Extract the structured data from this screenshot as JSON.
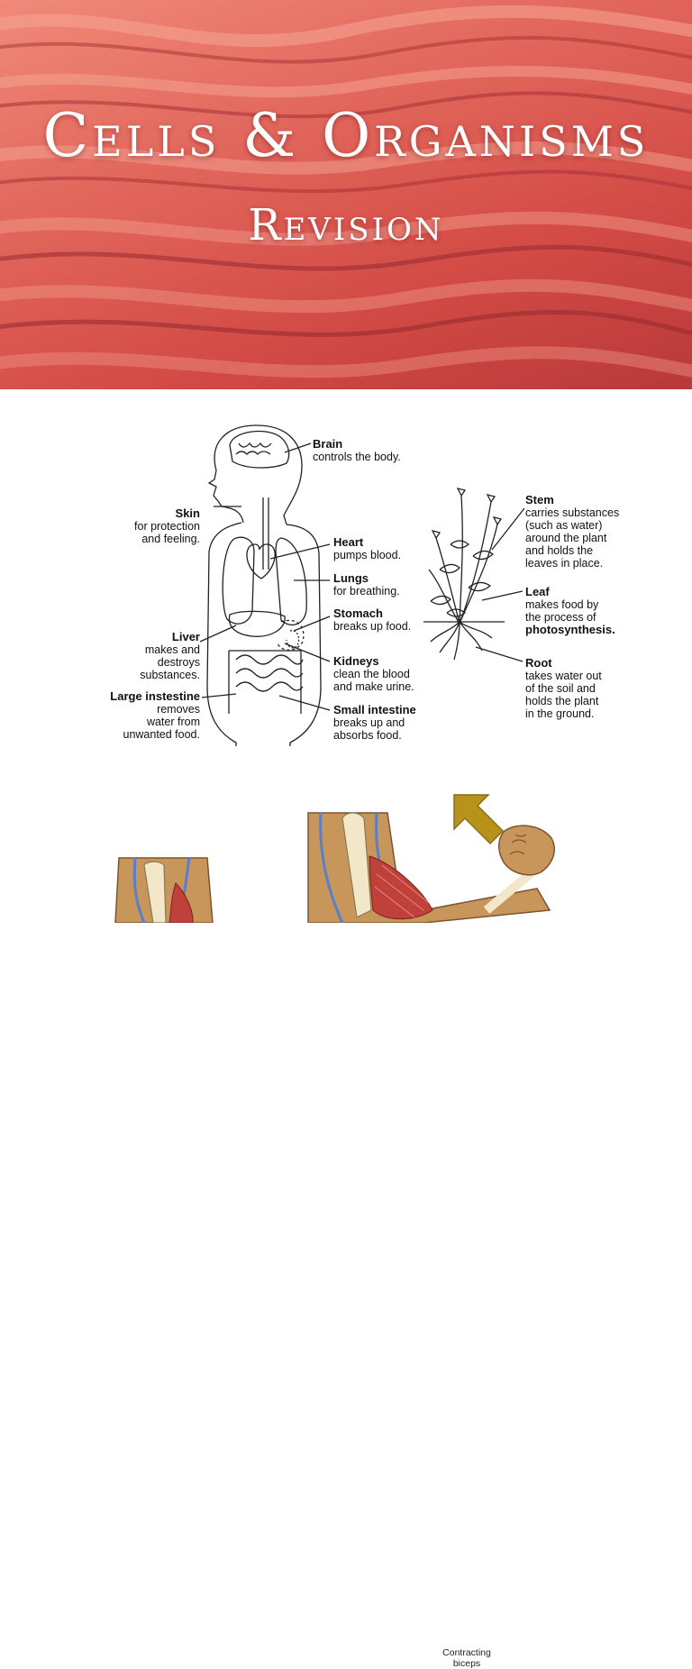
{
  "hero": {
    "title": "Cells & Organisms",
    "subtitle": "Revision"
  },
  "body_labels": [
    {
      "name": "Brain",
      "desc": [
        "controls the body."
      ]
    },
    {
      "name": "Skin",
      "desc": [
        "for protection",
        "and feeling."
      ]
    },
    {
      "name": "Heart",
      "desc": [
        "pumps blood."
      ]
    },
    {
      "name": "Lungs",
      "desc": [
        "for breathing."
      ]
    },
    {
      "name": "Stomach",
      "desc": [
        "breaks up food."
      ]
    },
    {
      "name": "Liver",
      "desc": [
        "makes and",
        "destroys",
        "substances."
      ]
    },
    {
      "name": "Kidneys",
      "desc": [
        "clean the blood",
        "and make urine."
      ]
    },
    {
      "name": "Large instestine",
      "desc": [
        "removes",
        "water from",
        "unwanted food."
      ]
    },
    {
      "name": "Small intestine",
      "desc": [
        "breaks up and",
        "absorbs food."
      ]
    }
  ],
  "plant_labels": [
    {
      "name": "Stem",
      "desc": [
        "carries substances",
        "(such as water)",
        "around the plant",
        "and holds the",
        "leaves in place."
      ]
    },
    {
      "name": "Leaf",
      "desc": [
        "makes food by",
        "the process of"
      ],
      "emphasis": "photosynthesis."
    },
    {
      "name": "Root",
      "desc": [
        "takes water out",
        "of the soil and",
        "holds the plant",
        "in the ground."
      ]
    }
  ],
  "arm": {
    "label_line1": "Contracting",
    "label_line2": "biceps",
    "arrow_color": "#b8931c",
    "skin_color": "#c8955a",
    "muscle_color": "#c0403c"
  }
}
